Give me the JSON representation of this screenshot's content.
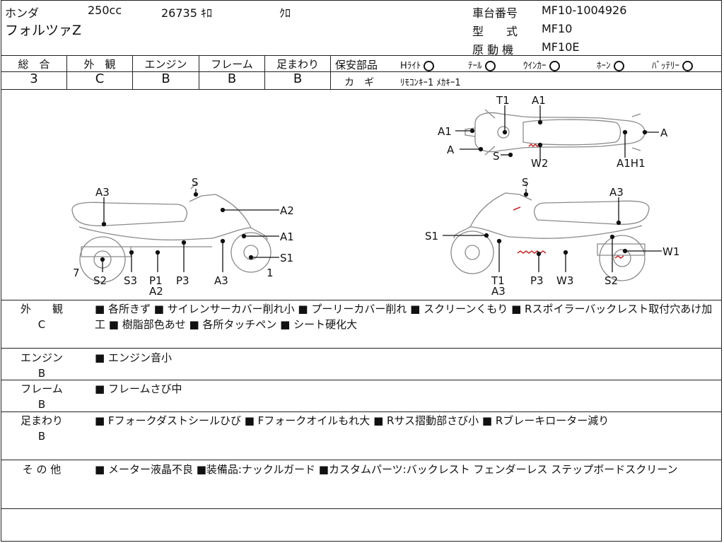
{
  "header": {
    "maker": "ホンダ",
    "displacement": "250cc",
    "mileage": "26735 ｷﾛ",
    "color": "ｸﾛ",
    "model_name": "フォルツァZ",
    "frame_no_label": "車台番号",
    "frame_no_value": "MF10-1004926",
    "type_label": "型　　式",
    "type_value": "MF10",
    "engine_label": "原 動 機",
    "engine_value": "MF10E"
  },
  "scores": [
    {
      "label": "総　合",
      "value": "3"
    },
    {
      "label": "外　観",
      "value": "C"
    },
    {
      "label": "エンジン",
      "value": "B"
    },
    {
      "label": "フレーム",
      "value": "B"
    },
    {
      "label": "足まわり",
      "value": "B"
    }
  ],
  "safety": {
    "label": "保安部品",
    "items": [
      "Hﾗｲﾄ",
      "ﾃｰﾙ",
      "ｳｲﾝｶｰ",
      "ﾎｰﾝ",
      "ﾊﾞｯﾃﾘｰ"
    ],
    "key_label": "カ　ギ",
    "key_value": "ﾘﾓｺﾝｷｰ1 ﾒｶｷｰ1"
  },
  "diagram": {
    "top_labels": [
      "T1",
      "A1",
      "A1",
      "A",
      "A",
      "S",
      "W2",
      "A1H1"
    ],
    "left_labels": [
      "S",
      "A3",
      "A2",
      "A1",
      "S1",
      "7",
      "S2",
      "S3",
      "P1",
      "A2",
      "P3",
      "A3",
      "1"
    ],
    "right_labels": [
      "S",
      "A3",
      "S1",
      "W1",
      "T1",
      "A3",
      "P3",
      "W3",
      "S2"
    ]
  },
  "conditions": [
    {
      "category": "外　　観",
      "grade": "C",
      "text": "■ 各所きず ■ サイレンサーカバー削れ小 ■ プーリーカバー削れ ■ スクリーンくもり ■ Rスポイラーバックレスト取付穴あけ加工 ■ 樹脂部色あせ ■ 各所タッチペン ■ シート硬化大"
    },
    {
      "category": "エンジン",
      "grade": "B",
      "text": "■ エンジン音小"
    },
    {
      "category": "フレーム",
      "grade": "B",
      "text": "■ フレームさび中"
    },
    {
      "category": "足まわり",
      "grade": "B",
      "text": "■ Fフォークダストシールひび ■ Fフォークオイルもれ大 ■ Rサス摺動部さび小 ■ Rブレーキローター減り"
    },
    {
      "category": "そ の 他",
      "grade": "",
      "text": "■ メーター液晶不良 ■装備品:ナックルガード ■カスタムパーツ:バックレスト フェンダーレス ステップボードスクリーン"
    }
  ],
  "colors": {
    "ink": "#111111",
    "damage": "#c0282a",
    "sketch": "#888888"
  }
}
